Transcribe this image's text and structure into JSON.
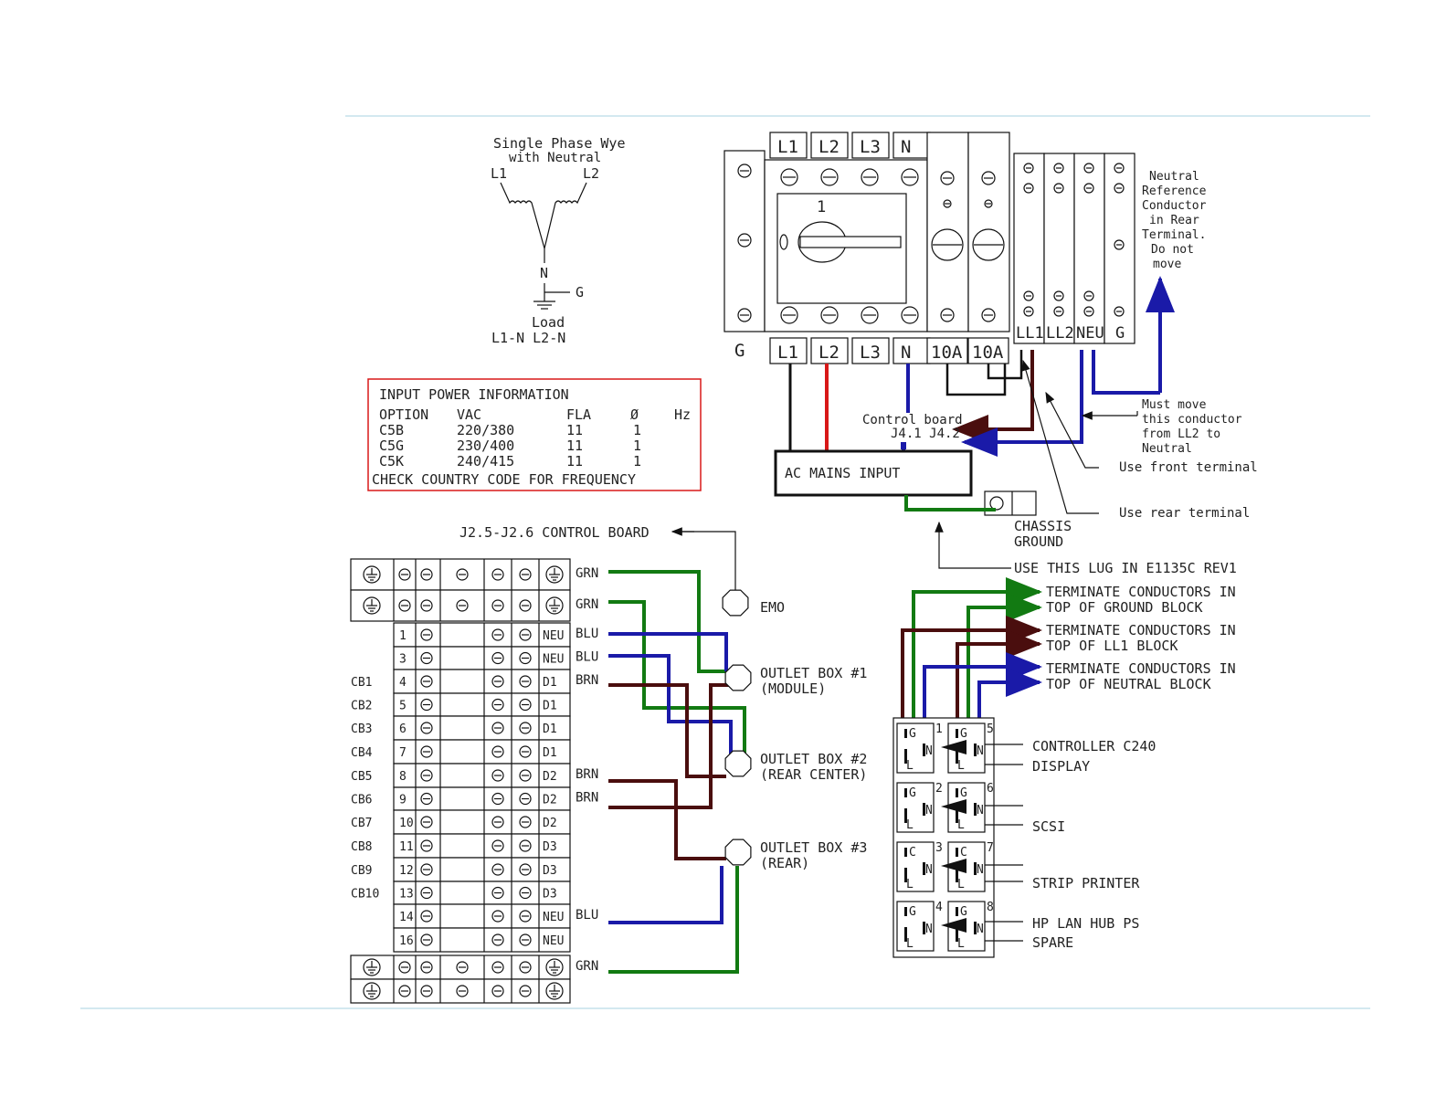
{
  "colors": {
    "rule": "#b9dce8",
    "green_wire": "#127a12",
    "blue_wire": "#1a1aa8",
    "brown_wire": "#4a0e0e",
    "red_wire": "#d81818",
    "info_border": "#d81818"
  },
  "wye": {
    "title_1": "Single Phase Wye",
    "title_2": "with Neutral",
    "l1": "L1",
    "l2": "L2",
    "n": "N",
    "g": "G",
    "load": "Load",
    "load_desc": "L1-N L2-N"
  },
  "info": {
    "title": "INPUT POWER INFORMATION",
    "headers": [
      "OPTION",
      "VAC",
      "FLA",
      "Ø",
      "Hz"
    ],
    "rows": [
      [
        "C5B",
        "220/380",
        "11",
        "1"
      ],
      [
        "C5G",
        "230/400",
        "11",
        "1"
      ],
      [
        "C5K",
        "240/415",
        "11",
        "1"
      ]
    ],
    "footer": "CHECK COUNTRY CODE FOR FREQUENCY"
  },
  "breaker": {
    "top_labels": [
      "L1",
      "L2",
      "L3",
      "N"
    ],
    "bottom_labels": [
      "G",
      "L1",
      "L2",
      "L3",
      "N",
      "10A",
      "10A"
    ],
    "switch_number": "1",
    "terminal_labels": [
      "LL1",
      "LL2",
      "NEU",
      "G"
    ],
    "neutral_note": [
      "Neutral",
      "Reference",
      "Conductor",
      "in Rear",
      "Terminal.",
      "Do not",
      "move"
    ],
    "must_move": [
      "Must move",
      "this conductor",
      "from LL2 to",
      "Neutral"
    ],
    "use_front": "Use front terminal",
    "use_rear": "Use rear terminal",
    "control_board_1": "Control board",
    "control_board_2": "J4.1 J4.2",
    "ac_mains": "AC MAINS INPUT",
    "chassis_1": "CHASSIS",
    "chassis_2": "GROUND",
    "lug_note": "USE THIS LUG IN E1135C REV1"
  },
  "terminal_block": {
    "control_label": "J2.5-J2.6 CONTROL BOARD",
    "rows": [
      {
        "cb": "",
        "num": "",
        "tag": "",
        "wire": "GRN"
      },
      {
        "cb": "",
        "num": "",
        "tag": "",
        "wire": "GRN"
      },
      {
        "cb": "",
        "num": "1",
        "tag": "NEU",
        "wire": "BLU"
      },
      {
        "cb": "",
        "num": "3",
        "tag": "NEU",
        "wire": "BLU"
      },
      {
        "cb": "CB1",
        "num": "4",
        "tag": "D1",
        "wire": "BRN"
      },
      {
        "cb": "CB2",
        "num": "5",
        "tag": "D1",
        "wire": ""
      },
      {
        "cb": "CB3",
        "num": "6",
        "tag": "D1",
        "wire": ""
      },
      {
        "cb": "CB4",
        "num": "7",
        "tag": "D1",
        "wire": ""
      },
      {
        "cb": "CB5",
        "num": "8",
        "tag": "D2",
        "wire": "BRN"
      },
      {
        "cb": "CB6",
        "num": "9",
        "tag": "D2",
        "wire": "BRN"
      },
      {
        "cb": "CB7",
        "num": "10",
        "tag": "D2",
        "wire": ""
      },
      {
        "cb": "CB8",
        "num": "11",
        "tag": "D3",
        "wire": ""
      },
      {
        "cb": "CB9",
        "num": "12",
        "tag": "D3",
        "wire": ""
      },
      {
        "cb": "CB10",
        "num": "13",
        "tag": "D3",
        "wire": ""
      },
      {
        "cb": "",
        "num": "14",
        "tag": "NEU",
        "wire": "BLU"
      },
      {
        "cb": "",
        "num": "16",
        "tag": "NEU",
        "wire": ""
      },
      {
        "cb": "",
        "num": "",
        "tag": "",
        "wire": "GRN"
      },
      {
        "cb": "",
        "num": "",
        "tag": "",
        "wire": ""
      }
    ]
  },
  "outlets": {
    "emo": "EMO",
    "box1_1": "OUTLET BOX #1",
    "box1_2": "(MODULE)",
    "box2_1": "OUTLET BOX #2",
    "box2_2": "(REAR CENTER)",
    "box3_1": "OUTLET BOX #3",
    "box3_2": "(REAR)"
  },
  "outlet_panel": {
    "terminate": [
      [
        "TERMINATE CONDUCTORS IN",
        "TOP OF GROUND BLOCK"
      ],
      [
        "TERMINATE CONDUCTORS IN",
        "TOP OF LL1 BLOCK"
      ],
      [
        "TERMINATE CONDUCTORS IN",
        "TOP OF NEUTRAL BLOCK"
      ]
    ],
    "devices": [
      "CONTROLLER C240",
      "DISPLAY",
      "SCSI",
      "STRIP PRINTER",
      "HP LAN HUB PS",
      "SPARE"
    ],
    "numbers_left": [
      "1",
      "2",
      "3",
      "4"
    ],
    "numbers_right": [
      "5",
      "6",
      "7",
      "8"
    ],
    "socket_g": "G",
    "socket_c": "C",
    "socket_n": "N",
    "socket_l": "L"
  }
}
